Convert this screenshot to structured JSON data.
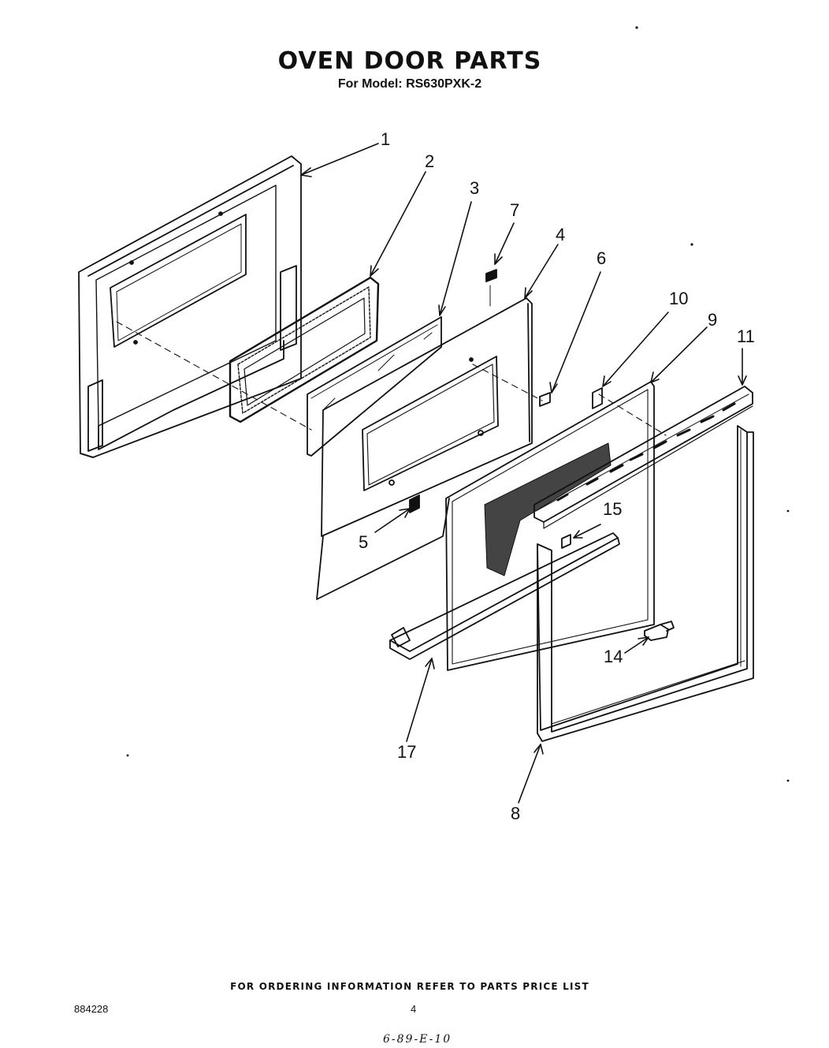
{
  "title": "OVEN DOOR PARTS",
  "subtitle": "For Model: RS630PXK-2",
  "callouts": [
    "1",
    "2",
    "3",
    "7",
    "4",
    "6",
    "10",
    "9",
    "11",
    "5",
    "15",
    "14",
    "17",
    "8"
  ],
  "footer": "FOR ORDERING INFORMATION REFER TO PARTS PRICE LIST",
  "doc_number": "884228",
  "page_number": "4",
  "handwritten_note": "6-89-E-10"
}
